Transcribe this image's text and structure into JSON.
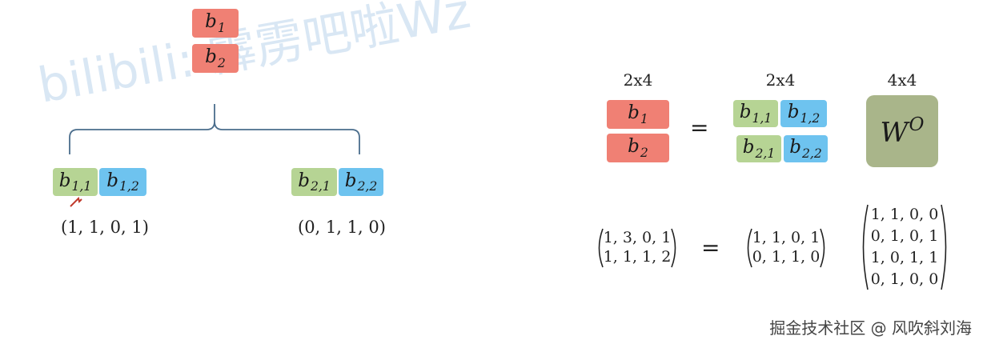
{
  "watermark": "bilibili: 霹雳吧啦Wz",
  "footer": "掘金技术社区 @ 风吹斜刘海",
  "left": {
    "top_stack": [
      {
        "base": "b",
        "sub": "1"
      },
      {
        "base": "b",
        "sub": "2"
      }
    ],
    "head1": [
      {
        "base": "b",
        "sub": "1,1"
      },
      {
        "base": "b",
        "sub": "1,2"
      }
    ],
    "head2": [
      {
        "base": "b",
        "sub": "2,1"
      },
      {
        "base": "b",
        "sub": "2,2"
      }
    ],
    "vector1": "(1, 1, 0, 1)",
    "vector2": "(0, 1, 1, 0)"
  },
  "right": {
    "dims": [
      "2x4",
      "2x4",
      "4x4"
    ],
    "equals": "=",
    "lhs": [
      {
        "base": "b",
        "sub": "1"
      },
      {
        "base": "b",
        "sub": "2"
      }
    ],
    "rhs_row1": [
      {
        "base": "b",
        "sub": "1,1"
      },
      {
        "base": "b",
        "sub": "1,2"
      }
    ],
    "rhs_row2": [
      {
        "base": "b",
        "sub": "2,1"
      },
      {
        "base": "b",
        "sub": "2,2"
      }
    ],
    "w": {
      "base": "W",
      "sup": "O"
    },
    "matrix_result": [
      "1, 3, 0, 1",
      "1, 1, 1, 2"
    ],
    "matrix_concat": [
      "1, 1, 0, 1",
      "0, 1, 1, 0"
    ],
    "matrix_w": [
      "1, 1, 0, 0",
      "0, 1, 0, 1",
      "1, 0, 1, 1",
      "0, 1, 0, 0"
    ]
  },
  "colors": {
    "red": "#f08074",
    "green": "#b6d494",
    "blue": "#6ec3ef",
    "w_box": "#a9b58a",
    "brace": "#4a6d8c",
    "cursor": "#c0392b"
  }
}
